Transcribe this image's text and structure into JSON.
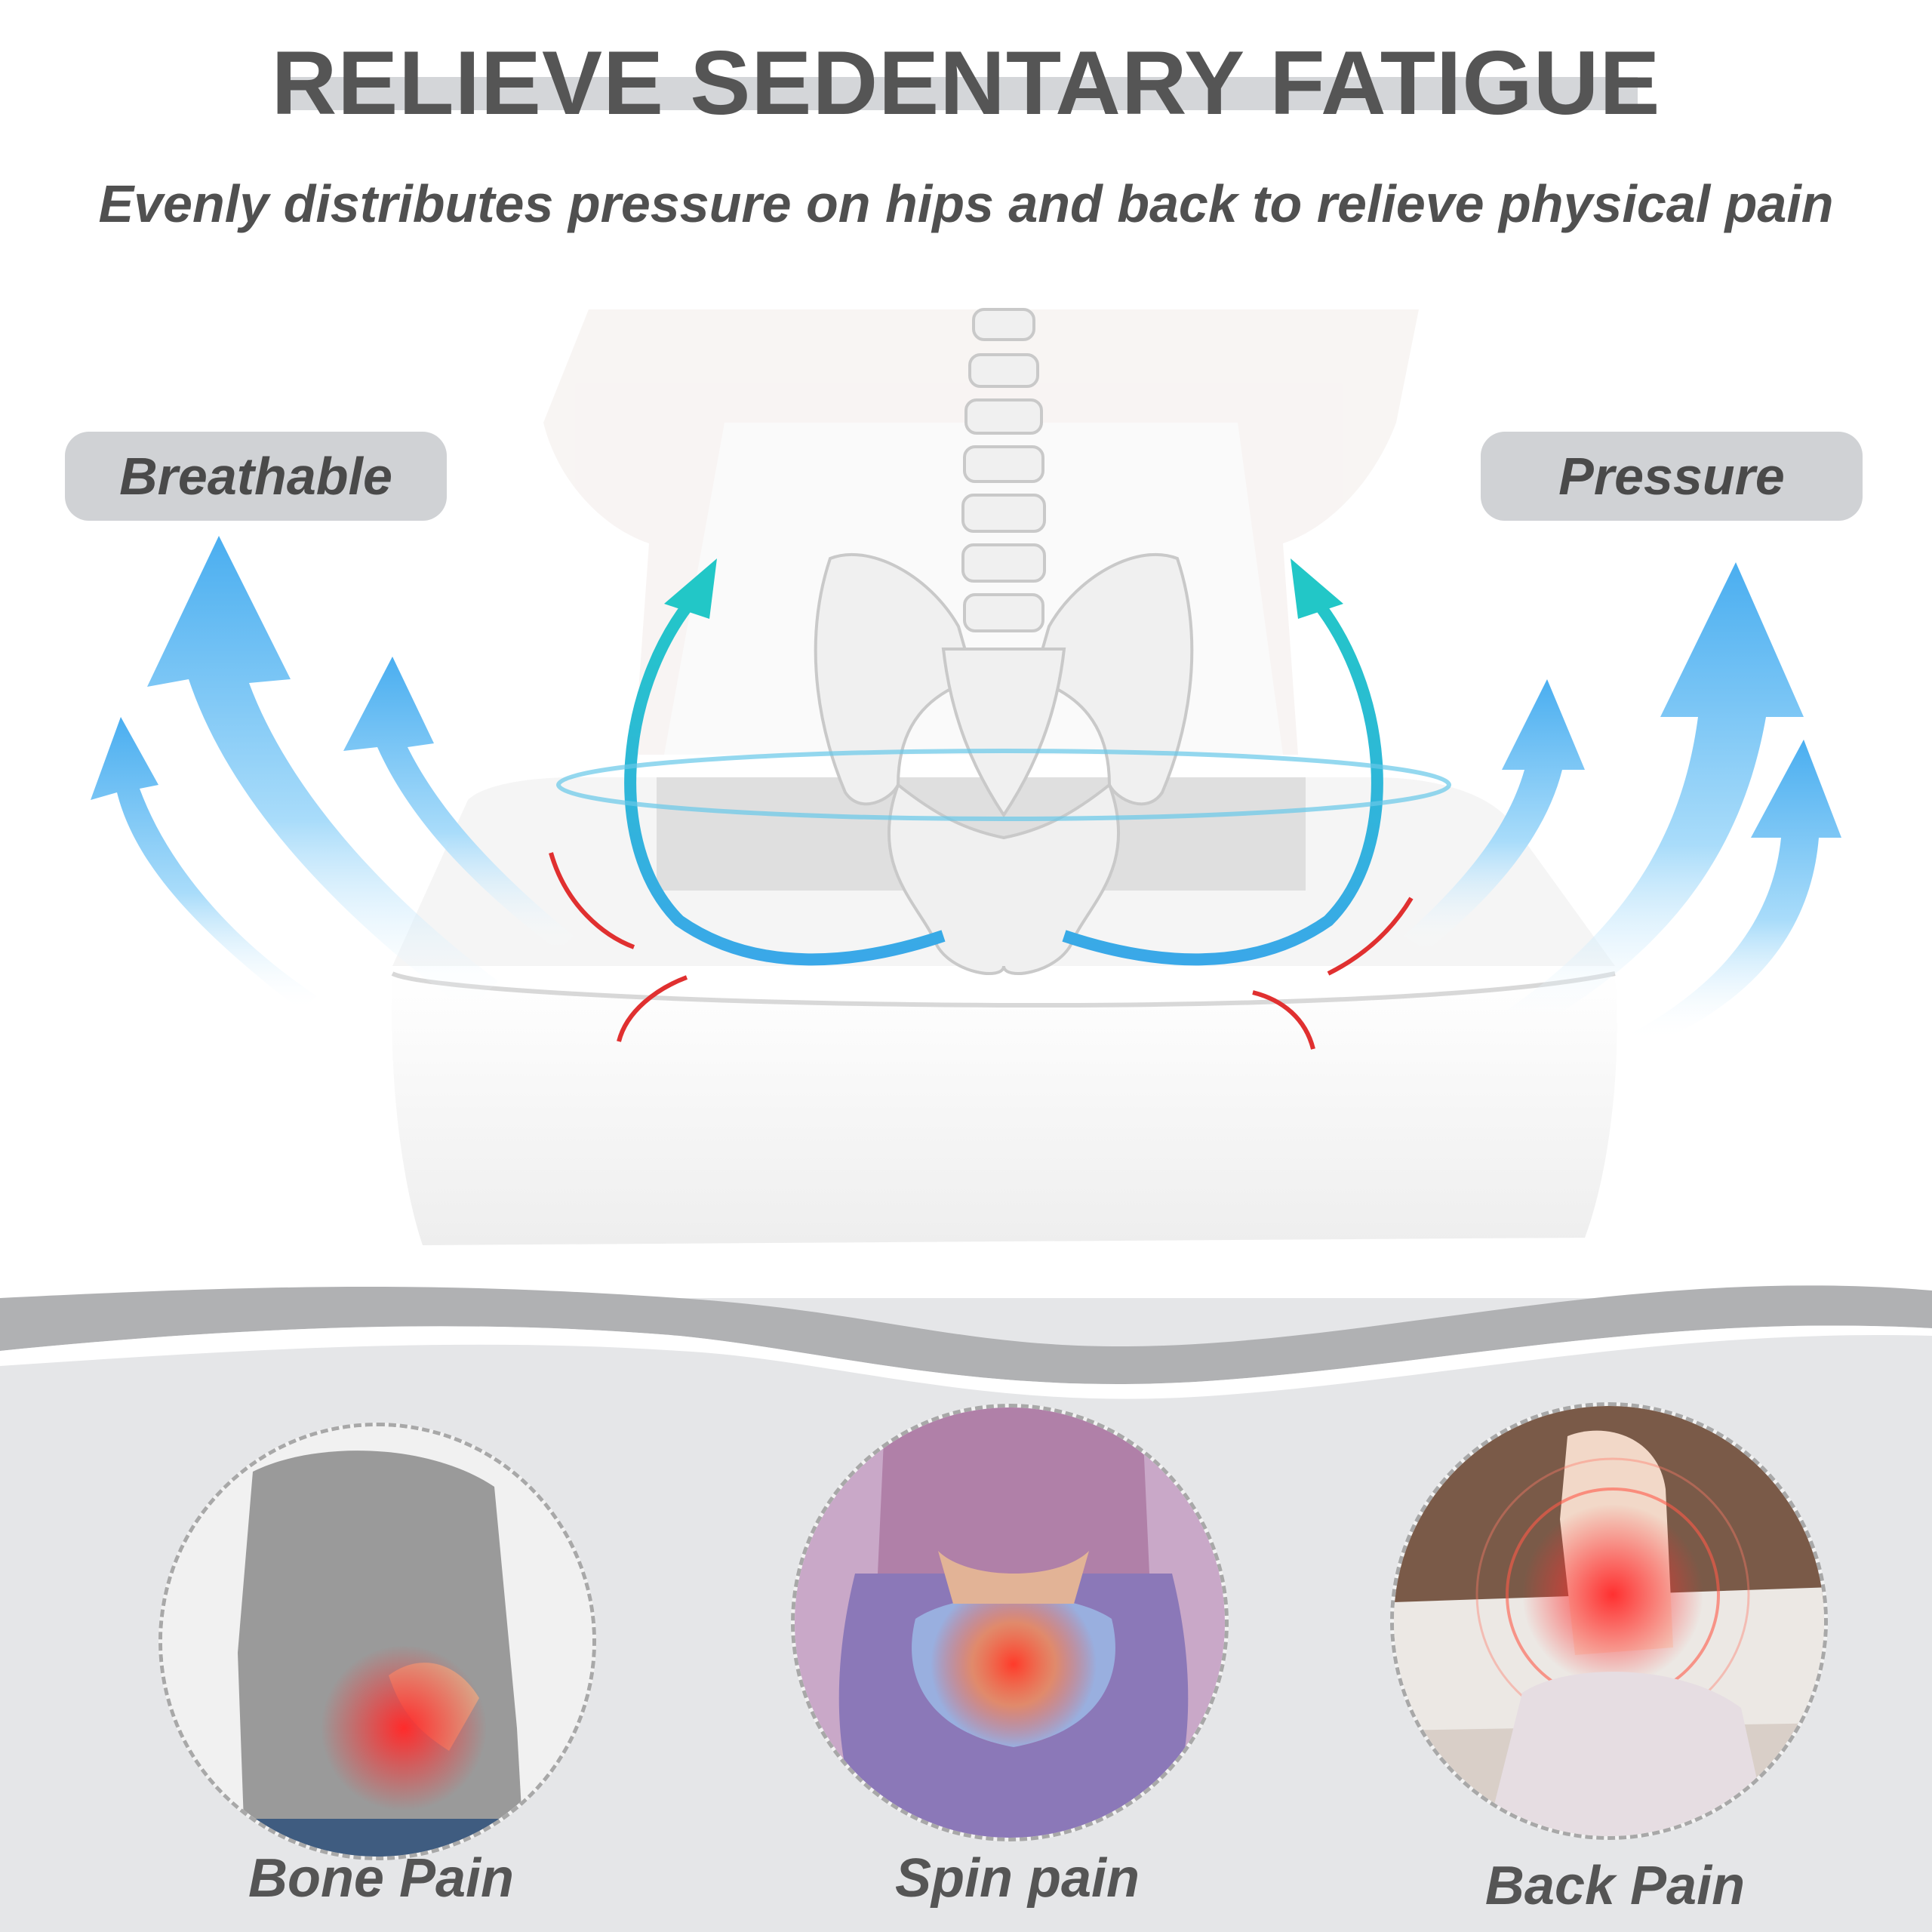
{
  "header": {
    "title": "RELIEVE SEDENTARY FATIGUE",
    "subtitle": "Evenly distributes pressure on hips and back to relieve physical pain"
  },
  "features": {
    "left_label": "Breathable",
    "right_label": "Pressure"
  },
  "pain_points": [
    {
      "label": "Bone Pain"
    },
    {
      "label": "Spin pain"
    },
    {
      "label": "Back Pain"
    }
  ],
  "colors": {
    "title": "#555555",
    "pill_bg": "#d0d2d5",
    "arrow_blue": "#5ab8f2",
    "teal": "#2cc0d0",
    "pressure_red": "#e03030",
    "band_bg": "#e5e6e8"
  }
}
